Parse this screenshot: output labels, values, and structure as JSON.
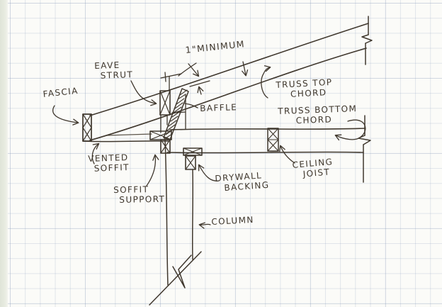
{
  "drawing": {
    "ink_color": "#3f372d",
    "paper_color": "#fbfbf8",
    "grid_color": "#8296b9",
    "labels": {
      "fascia": "FASCIA",
      "eave_strut": [
        "EAVE",
        "STRUT"
      ],
      "minimum_gap": "1\"MINIMUM",
      "baffle": "BAFFLE",
      "truss_top_chord": [
        "TRUSS TOP",
        "CHORD"
      ],
      "truss_bottom_chord": [
        "TRUSS BOTTOM",
        "CHORD"
      ],
      "ceiling_joist": [
        "CEILING",
        "JOIST"
      ],
      "vented_soffit": [
        "VENTED",
        "SOFFIT"
      ],
      "soffit_support": [
        "SOFFIT",
        "SUPPORT"
      ],
      "drywall_backing": [
        "DRYWALL",
        "BACKING"
      ],
      "column": "COLUMN"
    }
  }
}
